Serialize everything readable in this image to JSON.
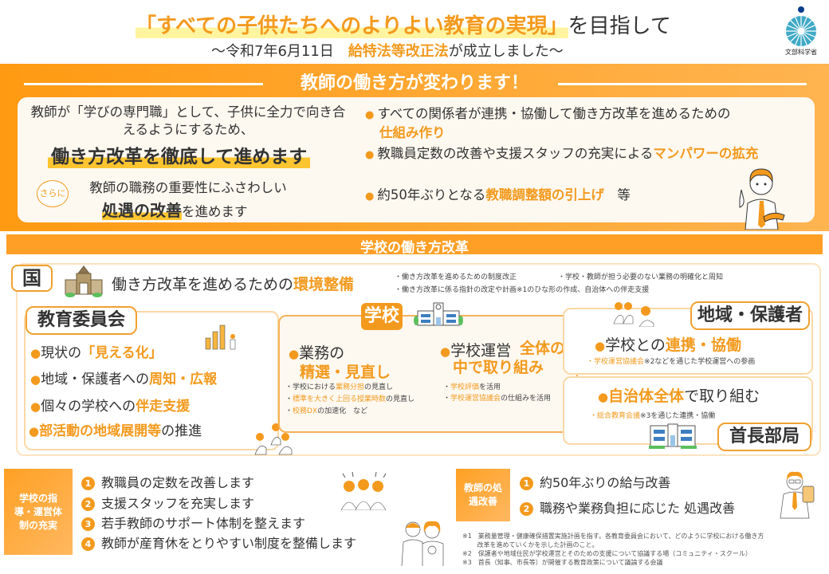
{
  "header": {
    "title_highlight": "「すべての子供たちへのよりよい教育の実現」",
    "title_suffix": "を目指して",
    "subtitle_prefix": "～令和7年6月11日　",
    "subtitle_highlight": "給特法等改正法",
    "subtitle_suffix": "が成立しました～",
    "logo_text": "文部科学省"
  },
  "section1": {
    "title": "教師の働き方が変わります！",
    "left": {
      "line1": "教師が「学びの専門職」として、子供に全力で向き合えるようにするため、",
      "line2": "働き方改革を徹底して進めます",
      "sarani": "さらに",
      "line3": "教師の職務の重要性にふさわしい",
      "line4_highlight": "処遇の改善",
      "line4_suffix": "を進めます"
    },
    "bullets": [
      {
        "text": "すべての関係者が連携・協働して働き方改革を進めるための",
        "highlight": "仕組み作り",
        "suffix": ""
      },
      {
        "text": "教職員定数の改善や支援スタッフの充実による",
        "highlight": "マンパワーの拡充",
        "suffix": ""
      },
      {
        "text": "約50年ぶりとなる",
        "highlight": "教職調整額の引上げ",
        "suffix": "　等"
      }
    ]
  },
  "section2": {
    "title": "学校の働き方改革",
    "kuni": {
      "label": "国",
      "text": "働き方改革を進めるための",
      "highlight": "環境整備",
      "notes": [
        "・働き方改革を進めるための制度改正",
        "・学校・教師が担う必要のない業務の明確化と周知",
        "・働き方改革に係る指針の改定や計画※1のひな形の作成、自治体への伴走支援"
      ]
    },
    "board": {
      "label": "教育委員会",
      "items": [
        {
          "text": "現状の",
          "highlight": "「見える化」",
          "suffix": ""
        },
        {
          "text": "地域・保護者への",
          "highlight": "周知・広報",
          "suffix": ""
        },
        {
          "text": "個々の学校への",
          "highlight": "伴走支援",
          "suffix": ""
        },
        {
          "text": "",
          "highlight": "部活動の地域展開等",
          "suffix": "の推進"
        }
      ]
    },
    "school": {
      "label": "学校",
      "col1": {
        "title": "業務の",
        "title_highlight": "精選・見直し",
        "notes": [
          {
            "pre": "・学校における",
            "hl": "業務分担",
            "post": "の見直し"
          },
          {
            "pre": "・",
            "hl": "標準を大きく上回る授業時数",
            "post": "の見直し"
          },
          {
            "pre": "・",
            "hl": "校務DX",
            "post": "の加速化　など"
          }
        ]
      },
      "col2": {
        "title": "学校運営",
        "title_highlight": "全体の中で取り組み",
        "notes": [
          {
            "pre": "・",
            "hl": "学校評価",
            "post": "を活用"
          },
          {
            "pre": "・",
            "hl": "学校運営協議会",
            "post": "の仕組みを活用"
          }
        ]
      }
    },
    "community": {
      "label": "地域・保護者",
      "item": {
        "text": "学校との",
        "highlight": "連携・協働"
      },
      "note": {
        "hl": "学校運営協議会",
        "post": "※2などを通じた学校運営への参画"
      }
    },
    "mayor": {
      "label": "首長部局",
      "item": {
        "highlight": "自治体全体",
        "text": "で取り組む"
      },
      "note": {
        "hl": "総合教育会議",
        "post": "※3を通じた連携・協働"
      }
    }
  },
  "bottom_left": {
    "label": "学校の指導・運営体制の充実",
    "items": [
      {
        "num": "1",
        "text": "教職員の定数を改善します"
      },
      {
        "num": "2",
        "text": "支援スタッフを充実します"
      },
      {
        "num": "3",
        "text": "若手教師のサポート体制を整えます"
      },
      {
        "num": "4",
        "text": "教師が産育休をとりやすい制度を整備します"
      }
    ]
  },
  "bottom_right": {
    "label": "教師の処遇改善",
    "items": [
      {
        "num": "1",
        "text": "約50年ぶりの給与改善"
      },
      {
        "num": "2",
        "text": "職務や業務負担に応じた 処遇改善"
      }
    ]
  },
  "footnotes": [
    "※1　業務量管理・健康確保措置実施計画を指す。各教育委員会において、どのように学校における働き方",
    "　　 改革を進めていくかを示した計画のこと。",
    "※2　保護者や地域住民が学校運営とそのための支援について協議する場（コミュニティ・スクール）",
    "※3　首長（知事、市長等）が開催する教育政策について議論する会議"
  ],
  "colors": {
    "accent": "#f39a1e",
    "band": "#ff9a12",
    "highlight_yellow": "#ffc530",
    "card_bg": "#fdf8f0"
  }
}
